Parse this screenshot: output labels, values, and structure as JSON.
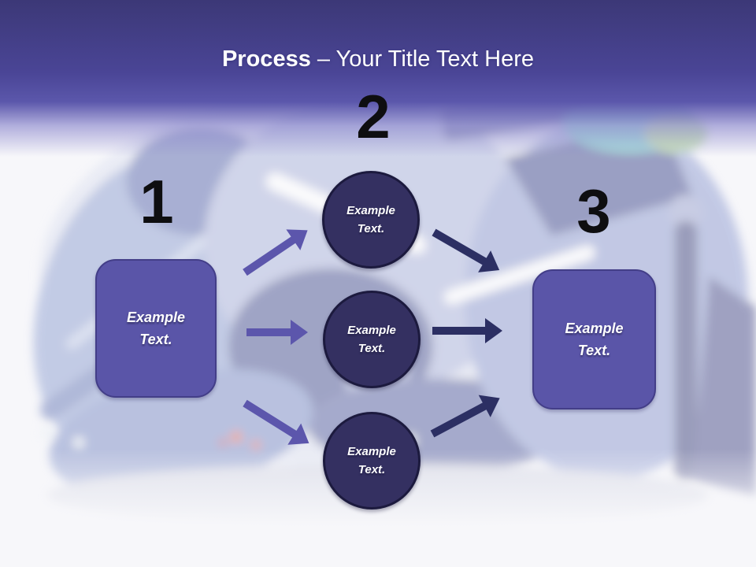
{
  "slide": {
    "title": {
      "emphasis": "Process",
      "rest": " – Your Title Text Here"
    },
    "numbers": [
      "1",
      "2",
      "3"
    ],
    "left_box_label": "Example Text.",
    "right_box_label": "Example Text.",
    "circle_labels": [
      "Example Text.",
      "Example Text.",
      "Example Text."
    ],
    "theme": {
      "header_top": "#3C3877",
      "header_mid": "#4A4596",
      "header_bottom": "#5B57AB",
      "title_color": "#FFFFFF",
      "number_color": "#0E0E10",
      "box_fill": "#5A55A8",
      "box_border": "#433E88",
      "box_text": "#FFFFFF",
      "circle_fill": "#343061",
      "circle_border": "#1C1A3E",
      "circle_text": "#FFFFFF",
      "arrow_light": "#5C56AC",
      "arrow_dark": "#2C2F63",
      "canvas_bg": "#F7F7FA"
    }
  }
}
